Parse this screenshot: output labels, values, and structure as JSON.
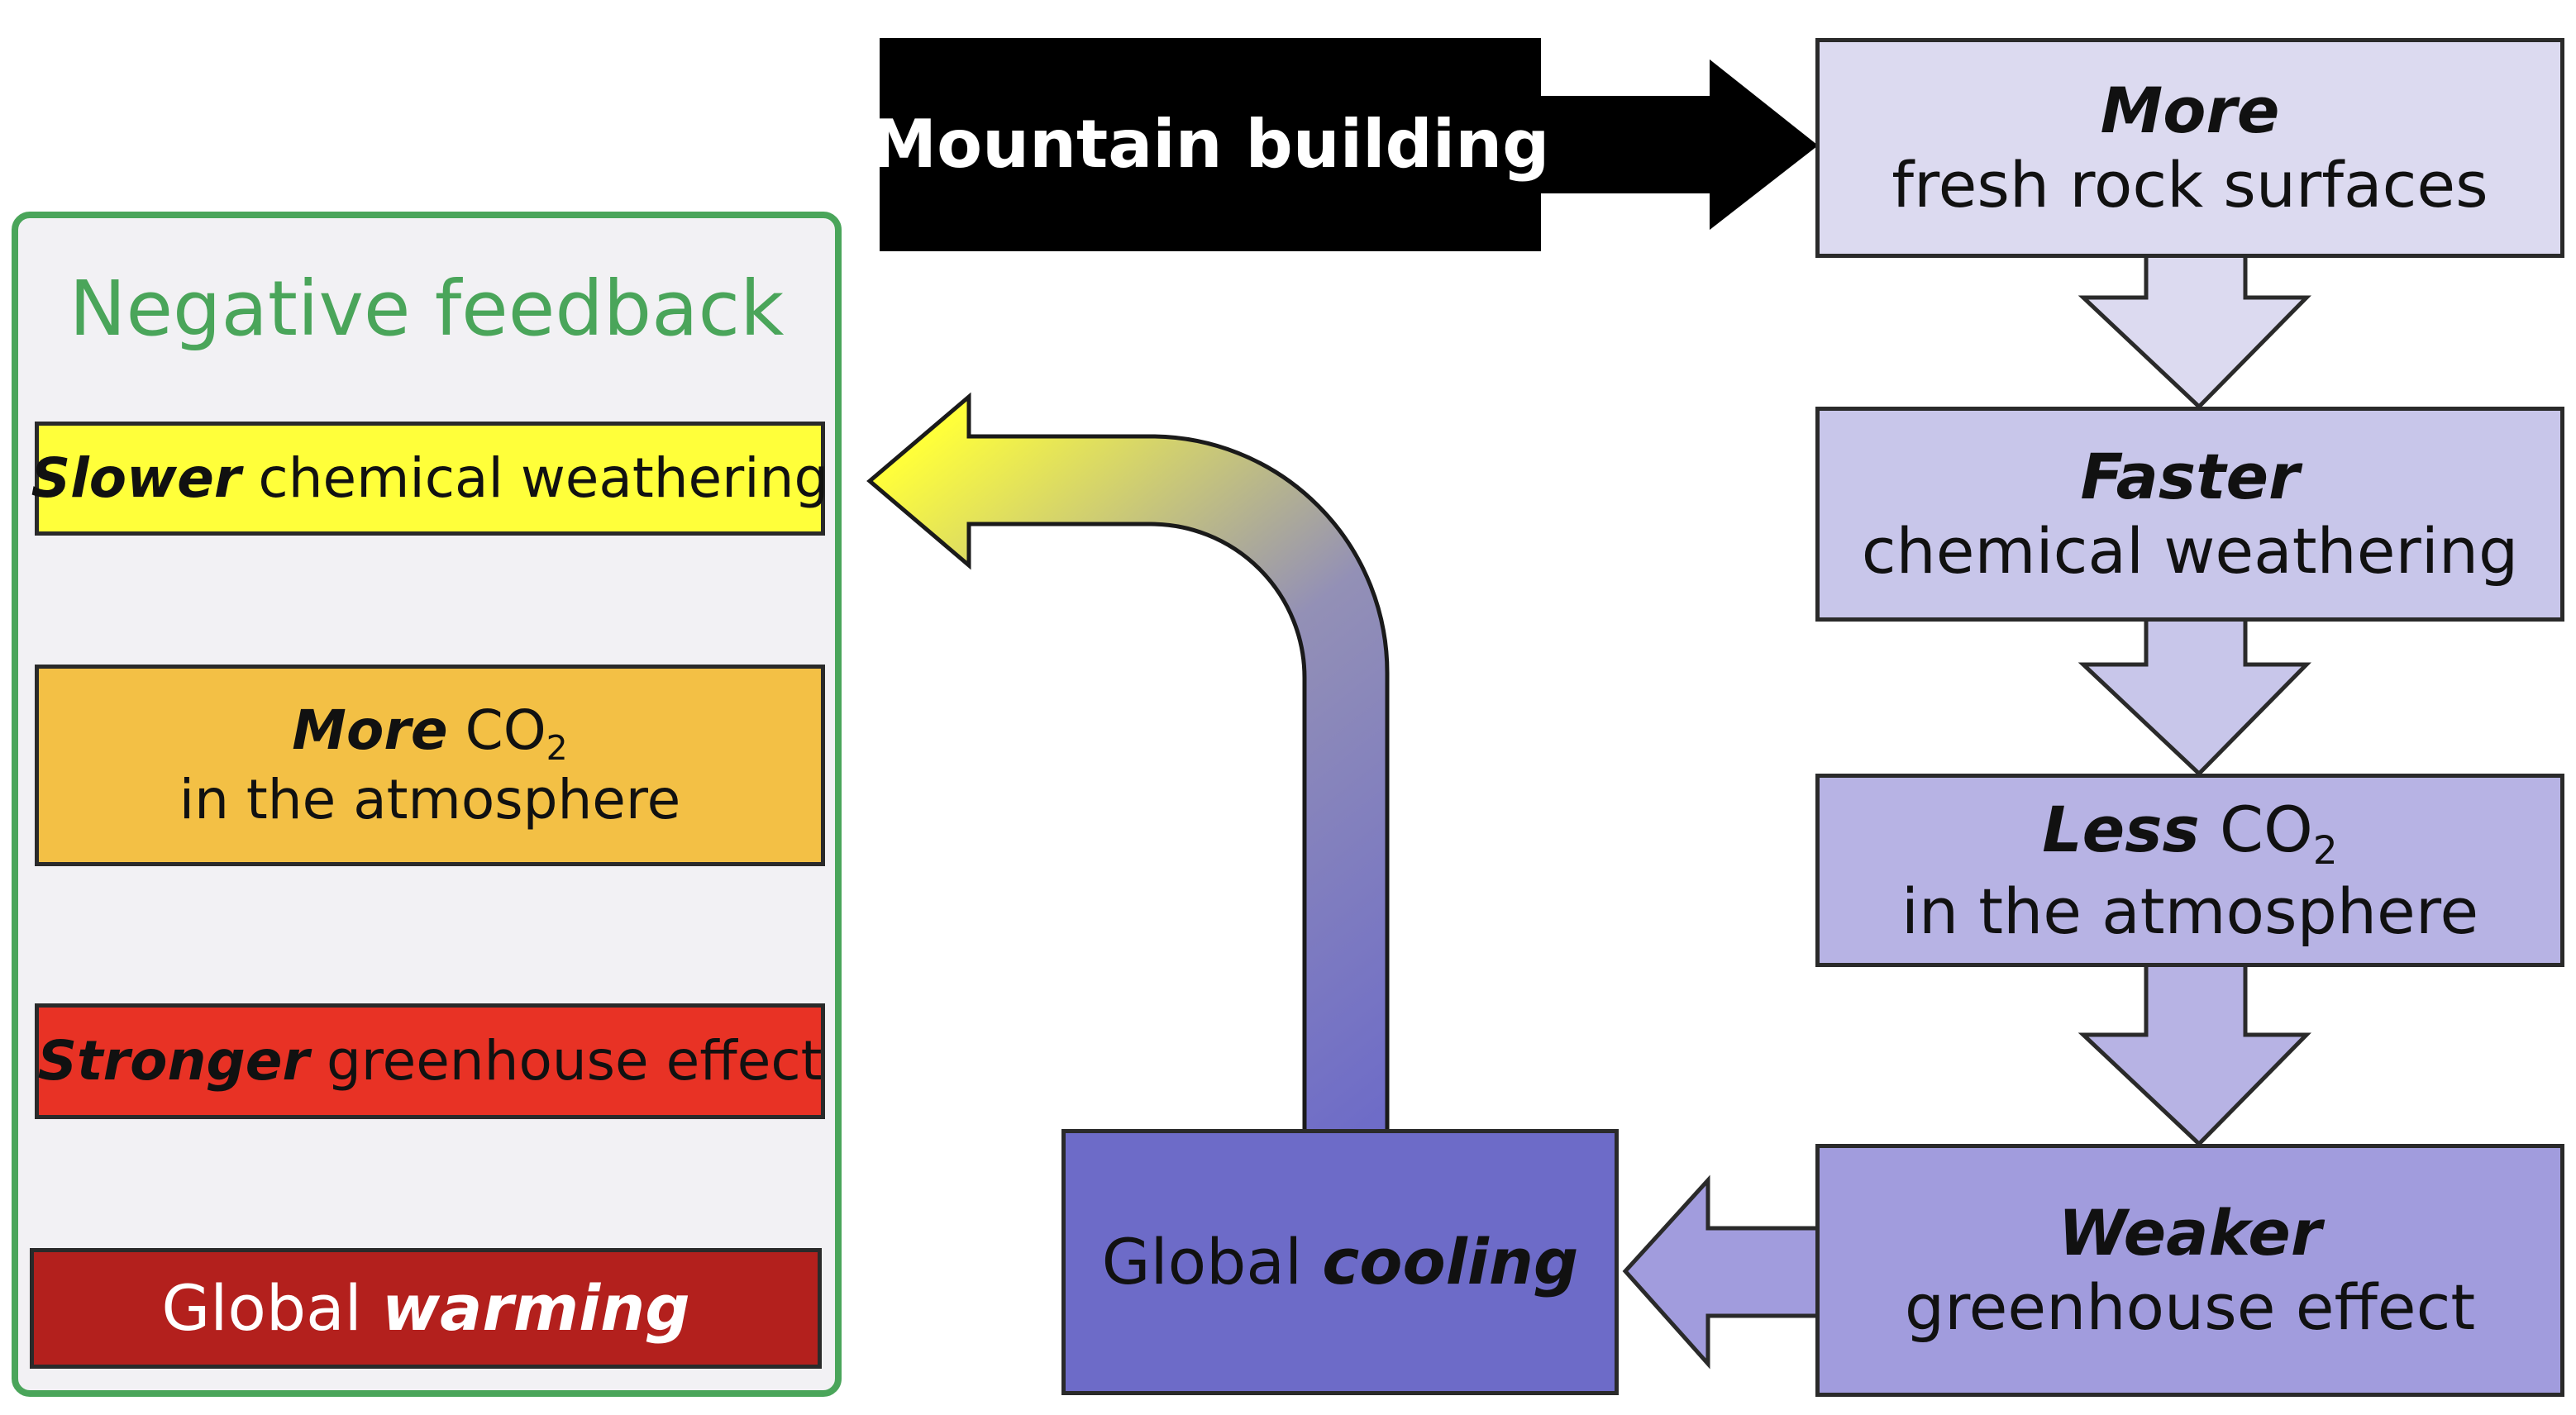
{
  "colors": {
    "panel_border": "#4aa55a",
    "panel_bg": "#f2f1f4",
    "yellow": "#ffff3a",
    "orange": "#f3c045",
    "red": "#e83225",
    "dark_red": "#b3201d",
    "lavender_1": "#dcdaf0",
    "lavender_2": "#c8c6ea",
    "lavender_3": "#b7b3e4",
    "lavender_4": "#a19cdd",
    "cooling_blue": "#6d6bc8",
    "black": "#000000"
  },
  "mountain": {
    "label": "Mountain building"
  },
  "chain": {
    "box1": {
      "em": "More",
      "text": "fresh rock surfaces"
    },
    "box2": {
      "em": "Faster",
      "text": "chemical weathering"
    },
    "box3": {
      "em": "Less",
      "co": "CO",
      "sub": "2",
      "text": "in the atmosphere"
    },
    "box4": {
      "em": "Weaker",
      "text": "greenhouse effect"
    }
  },
  "cooling": {
    "prefix": "Global",
    "em": "cooling"
  },
  "feedback": {
    "title": "Negative feedback",
    "box1": {
      "em": "Slower",
      "text": "chemical weathering"
    },
    "box2": {
      "em": "More",
      "co": "CO",
      "sub": "2",
      "text": "in the atmosphere"
    },
    "box3": {
      "em": "Stronger",
      "text": "greenhouse effect"
    },
    "box4": {
      "prefix": "Global",
      "em": "warming"
    }
  }
}
